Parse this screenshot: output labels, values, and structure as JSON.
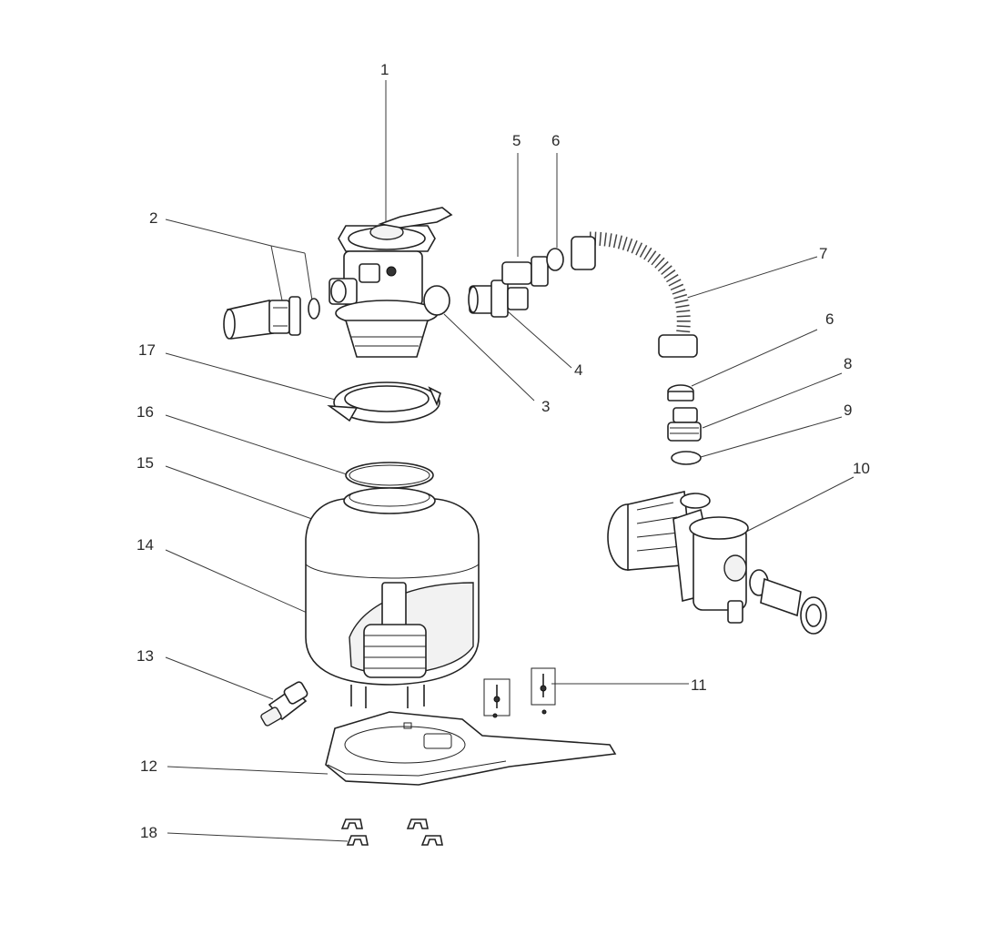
{
  "callouts": [
    {
      "id": "1",
      "label": "1"
    },
    {
      "id": "2",
      "label": "2"
    },
    {
      "id": "3",
      "label": "3"
    },
    {
      "id": "4",
      "label": "4"
    },
    {
      "id": "5",
      "label": "5"
    },
    {
      "id": "6a",
      "label": "6"
    },
    {
      "id": "6b",
      "label": "6"
    },
    {
      "id": "7",
      "label": "7"
    },
    {
      "id": "8",
      "label": "8"
    },
    {
      "id": "9",
      "label": "9"
    },
    {
      "id": "10",
      "label": "10"
    },
    {
      "id": "11",
      "label": "11"
    },
    {
      "id": "12",
      "label": "12"
    },
    {
      "id": "13",
      "label": "13"
    },
    {
      "id": "14",
      "label": "14"
    },
    {
      "id": "15",
      "label": "15"
    },
    {
      "id": "16",
      "label": "16"
    },
    {
      "id": "17",
      "label": "17"
    },
    {
      "id": "18",
      "label": "18"
    }
  ]
}
